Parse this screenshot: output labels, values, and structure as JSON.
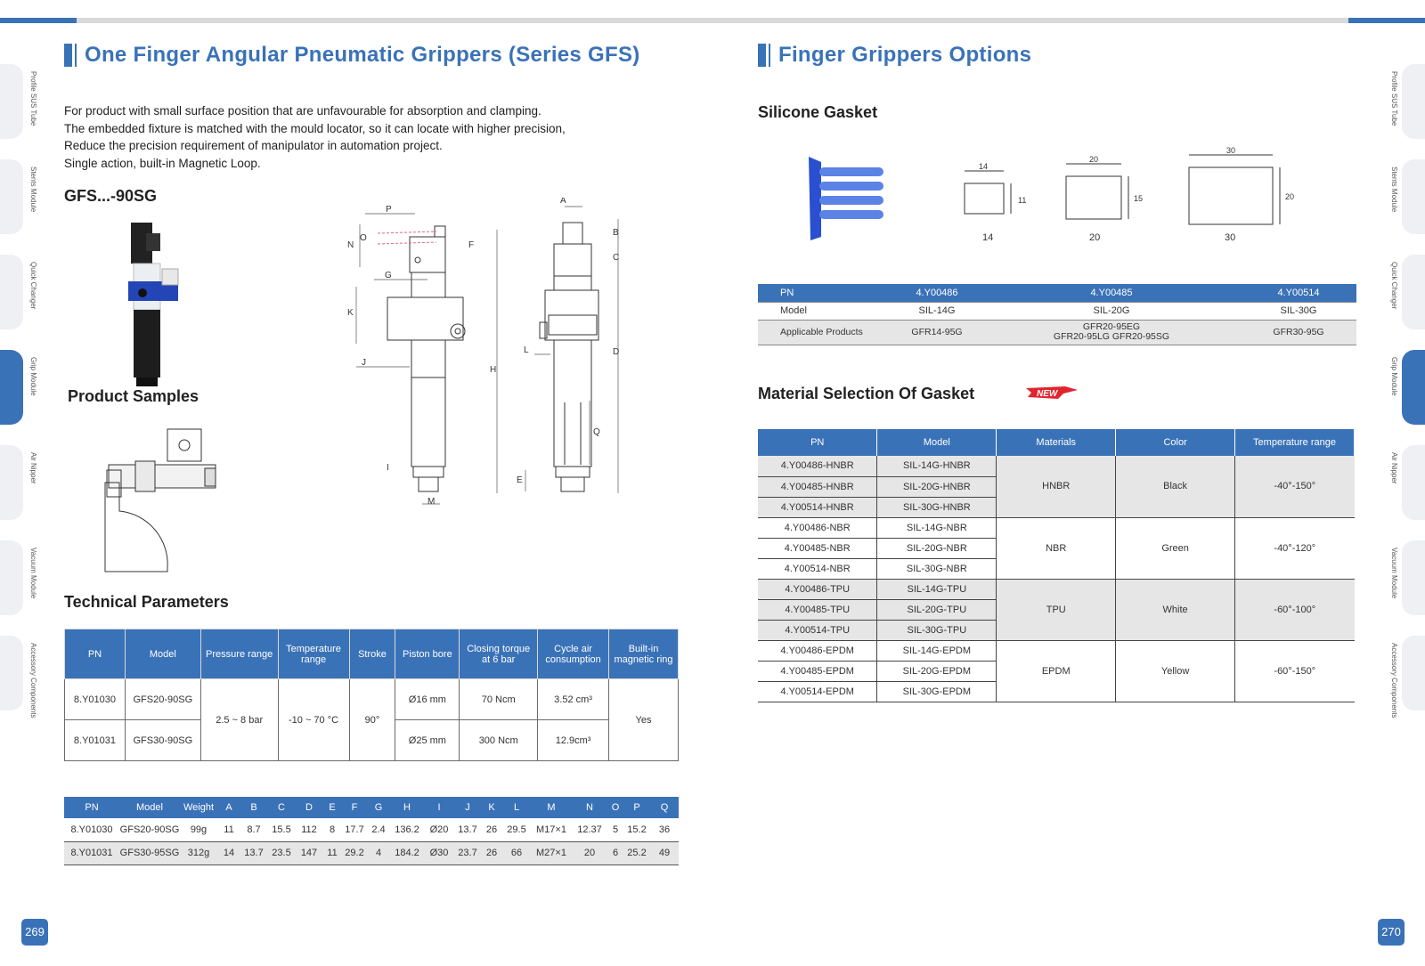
{
  "side_tabs": [
    {
      "label": "Profile  SUS  Tube",
      "active": false
    },
    {
      "label": "Stents Module",
      "active": false
    },
    {
      "label": "Quick Changer",
      "active": false
    },
    {
      "label": "Grip Module",
      "active": true
    },
    {
      "label": "Air Nipper",
      "active": false
    },
    {
      "label": "Vacuum Module",
      "active": false
    },
    {
      "label": "Accessory Components",
      "active": false
    }
  ],
  "left_page": {
    "title": "One Finger Angular Pneumatic Grippers  (Series GFS)",
    "intro": [
      "For product with small surface position that are unfavourable for absorption and clamping.",
      "The embedded fixture is matched with the mould locator, so it can locate with higher precision,",
      "Reduce the precision requirement of manipulator in automation project.",
      "Single action, built-in Magnetic Loop."
    ],
    "model_heading": "GFS...-90SG",
    "samples_heading": "Product Samples",
    "tech_heading": "Technical Parameters",
    "drawing_labels": [
      "A",
      "B",
      "C",
      "D",
      "E",
      "F",
      "G",
      "H",
      "I",
      "J",
      "K",
      "L",
      "M",
      "N",
      "O",
      "P",
      "Q"
    ],
    "page_number": "269"
  },
  "tech_table": {
    "headers": [
      "PN",
      "Model",
      "Pressure range",
      "Temperature range",
      "Stroke",
      "Piston bore",
      "Closing torque at 6 bar",
      "Cycle air consumption",
      "Built-in magnetic ring"
    ],
    "shared": {
      "pressure": "2.5 ~ 8 bar",
      "temperature": "-10 ~ 70 °C",
      "stroke": "90°",
      "magnetic": "Yes"
    },
    "rows": [
      {
        "pn": "8.Y01030",
        "model": "GFS20-90SG",
        "bore": "Ø16 mm",
        "torque": "70 Ncm",
        "air": "3.52 cm³"
      },
      {
        "pn": "8.Y01031",
        "model": "GFS30-90SG",
        "bore": "Ø25 mm",
        "torque": "300 Ncm",
        "air": "12.9cm³"
      }
    ]
  },
  "dim_table": {
    "headers": [
      "PN",
      "Model",
      "Weight",
      "A",
      "B",
      "C",
      "D",
      "E",
      "F",
      "G",
      "H",
      "I",
      "J",
      "K",
      "L",
      "M",
      "N",
      "O",
      "P",
      "Q"
    ],
    "rows": [
      [
        "8.Y01030",
        "GFS20-90SG",
        "99g",
        "11",
        "8.7",
        "15.5",
        "112",
        "8",
        "17.7",
        "2.4",
        "136.2",
        "Ø20",
        "13.7",
        "26",
        "29.5",
        "M17×1",
        "12.37",
        "5",
        "15.2",
        "36"
      ],
      [
        "8.Y01031",
        "GFS30-95SG",
        "312g",
        "14",
        "13.7",
        "23.5",
        "147",
        "11",
        "29.2",
        "4",
        "184.2",
        "Ø30",
        "23.7",
        "26",
        "66",
        "M27×1",
        "20",
        "6",
        "25.2",
        "49"
      ]
    ]
  },
  "right_page": {
    "title": "Finger Grippers Options",
    "gasket_heading": "Silicone Gasket",
    "material_heading": "Material Selection Of Gasket",
    "new_badge": "NEW",
    "gasket_sizes": [
      {
        "w": "14",
        "h": "11",
        "caption": "14"
      },
      {
        "w": "20",
        "h": "15",
        "caption": "20"
      },
      {
        "w": "30",
        "h": "20",
        "caption": "30"
      }
    ],
    "page_number": "270"
  },
  "silicone_table": {
    "pn_label": "PN",
    "model_label": "Model",
    "products_label": "Applicable Products",
    "pn": [
      "4.Y00486",
      "4.Y00485",
      "4.Y00514"
    ],
    "model": [
      "SIL-14G",
      "SIL-20G",
      "SIL-30G"
    ],
    "products": [
      [
        "GFR14-95G"
      ],
      [
        "GFR20-95EG",
        "GFR20-95LG GFR20-95SG"
      ],
      [
        "GFR30-95G"
      ]
    ]
  },
  "material_table": {
    "headers": [
      "PN",
      "Model",
      "Materials",
      "Color",
      "Temperature range"
    ],
    "groups": [
      {
        "material": "HNBR",
        "color": "Black",
        "temp": "-40°-150°",
        "shaded": true,
        "rows": [
          [
            "4.Y00486-HNBR",
            "SIL-14G-HNBR"
          ],
          [
            "4.Y00485-HNBR",
            "SIL-20G-HNBR"
          ],
          [
            "4.Y00514-HNBR",
            "SIL-30G-HNBR"
          ]
        ]
      },
      {
        "material": "NBR",
        "color": "Green",
        "temp": "-40°-120°",
        "shaded": false,
        "rows": [
          [
            "4.Y00486-NBR",
            "SIL-14G-NBR"
          ],
          [
            "4.Y00485-NBR",
            "SIL-20G-NBR"
          ],
          [
            "4.Y00514-NBR",
            "SIL-30G-NBR"
          ]
        ]
      },
      {
        "material": "TPU",
        "color": "White",
        "temp": "-60°-100°",
        "shaded": true,
        "rows": [
          [
            "4.Y00486-TPU",
            "SIL-14G-TPU"
          ],
          [
            "4.Y00485-TPU",
            "SIL-20G-TPU"
          ],
          [
            "4.Y00514-TPU",
            "SIL-30G-TPU"
          ]
        ]
      },
      {
        "material": "EPDM",
        "color": "Yellow",
        "temp": "-60°-150°",
        "shaded": false,
        "rows": [
          [
            "4.Y00486-EPDM",
            "SIL-14G-EPDM"
          ],
          [
            "4.Y00485-EPDM",
            "SIL-20G-EPDM"
          ],
          [
            "4.Y00514-EPDM",
            "SIL-30G-EPDM"
          ]
        ]
      }
    ]
  },
  "colors": {
    "accent": "#3a72b8",
    "shade": "#e6e6e6",
    "badge": "#e0252f"
  }
}
